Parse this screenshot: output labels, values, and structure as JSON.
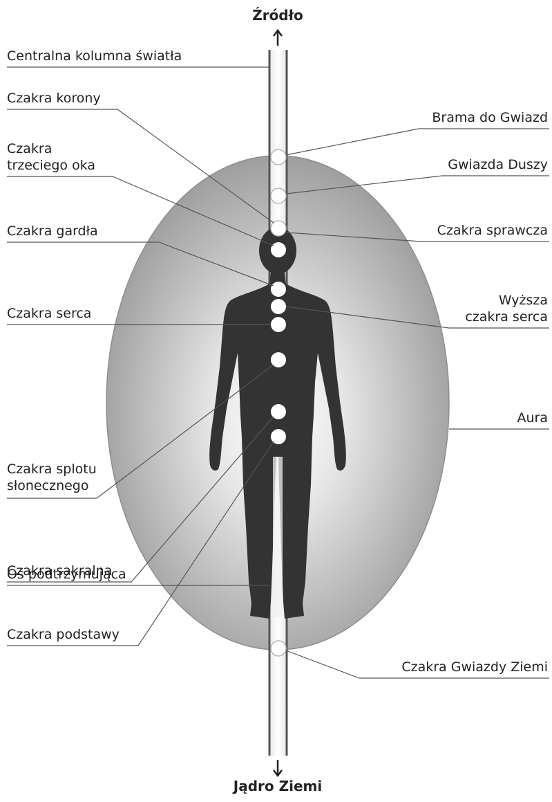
{
  "top_title": "Źródło",
  "bottom_title": "Jądro Ziemi",
  "left_labels": {
    "central_column": "Centralna kolumna światła",
    "crown": "Czakra korony",
    "third_eye_1": "Czakra",
    "third_eye_2": "trzeciego oka",
    "throat": "Czakra gardła",
    "heart": "Czakra serca",
    "solar_plexus_1": "Czakra splotu",
    "solar_plexus_2": "słonecznego",
    "sacral": "Czakra sakralna",
    "base": "Czakra podstawy",
    "support_axis": "Oś podtrzymująca"
  },
  "right_labels": {
    "stargate": "Brama do Gwiazd",
    "soul_star": "Gwiazda Duszy",
    "causal": "Czakra sprawcza",
    "higher_heart_1": "Wyższa",
    "higher_heart_2": "czakra serca",
    "aura": "Aura",
    "earth_star": "Czakra Gwiazdy Ziemi"
  },
  "colors": {
    "silhouette": "#333333",
    "aura_edge": "#9c9c9c",
    "aura_center": "#ffffff",
    "column_border": "#555555",
    "leader_line": "#555555",
    "chakra_fill": "#ffffff"
  }
}
